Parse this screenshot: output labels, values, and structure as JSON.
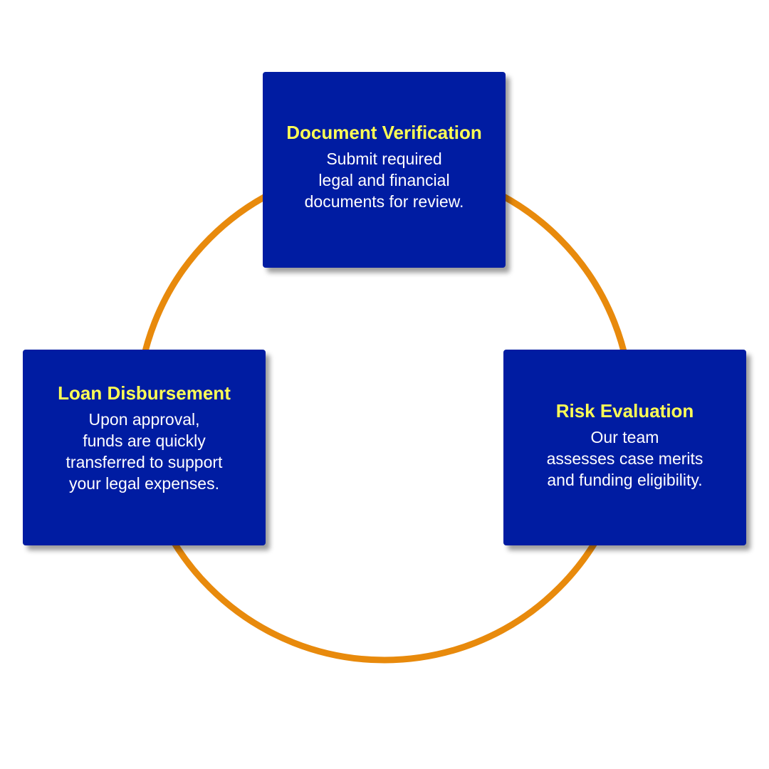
{
  "diagram": {
    "ring_color": "#e88a0c",
    "card_color": "#001ca2",
    "title_color": "#ffff55",
    "text_color": "#ffffff",
    "steps": [
      {
        "id": "document-verification",
        "title": "Document Verification",
        "lines": [
          "Submit required",
          "legal and financial",
          "documents for review."
        ]
      },
      {
        "id": "risk-evaluation",
        "title": "Risk Evaluation",
        "lines": [
          "Our team",
          "assesses case merits",
          "and funding eligibility."
        ]
      },
      {
        "id": "loan-disbursement",
        "title": "Loan Disbursement",
        "lines": [
          "Upon approval,",
          "funds are quickly",
          "transferred to support",
          "your legal expenses."
        ]
      }
    ]
  }
}
